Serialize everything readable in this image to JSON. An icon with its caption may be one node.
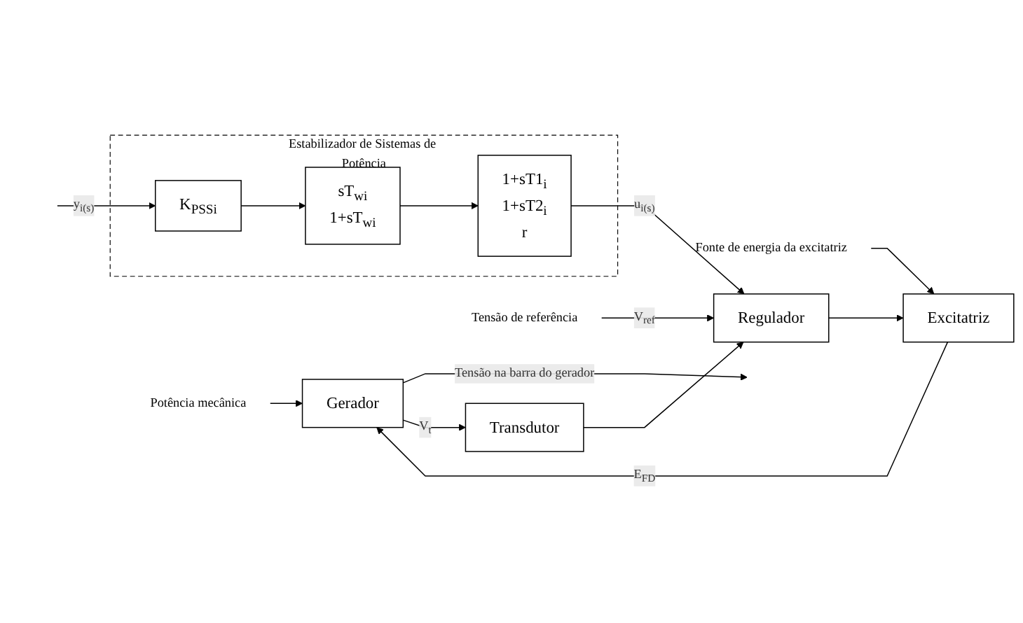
{
  "diagram": {
    "nodes": [
      {
        "text": [
          "Potência mecânica"
        ]
      },
      {
        "text": [
          "Gerador"
        ]
      },
      {
        "text": [
          "Transdutor"
        ]
      },
      {
        "text": [
          "Fonte de energia da excitatriz"
        ]
      },
      {
        "text": [
          "Excitatriz"
        ]
      },
      {
        "text": [
          "Tensão de referência"
        ]
      },
      {
        "text": [
          "Regulador"
        ]
      },
      {
        "text": [
          "Estabilizador de Sistemas de Potência"
        ]
      },
      {
        "text": [
          "K$_{PSSi}$"
        ],
        "in": 7
      },
      {
        "text": [
          "sT$_{wi}$",
          "1+sT$_{wi}$"
        ],
        "in": 7
      },
      {
        "text": [
          "1+sT1$_{i}$",
          "1+sT2$_{i}$",
          "r"
        ],
        "in": 7
      }
    ],
    "edges": [
      {
        "from": 0,
        "to": 1,
        "arrow": "to"
      },
      {
        "from": 1,
        "to": null,
        "arrow": "to",
        "label": "Tensão na barra do gerador"
      },
      {
        "from": 1,
        "to": 2,
        "arrow": "to",
        "label": "V$_{t}$"
      },
      {
        "from": 4,
        "to": 1,
        "arrow": "to",
        "label": "E$_{FD}$"
      },
      {
        "from": 3,
        "to": 4,
        "arrow": "to"
      },
      {
        "from": 2,
        "to": 6,
        "arrow": "to"
      },
      {
        "from": 5,
        "to": 6,
        "arrow": "to",
        "label": "V$_{ref}$"
      },
      {
        "from": 6,
        "to": 4,
        "arrow": "to"
      },
      {
        "from": null,
        "to": 8,
        "arrow": "to",
        "label": "y$_{i(s)}$"
      },
      {
        "from": 8,
        "to": 9,
        "arrow": "to"
      },
      {
        "from": 9,
        "to": 10,
        "arrow": "to"
      },
      {
        "from": 10,
        "to": 6,
        "arrow": "to",
        "label": "u$_{i(s)}$"
      }
    ]
  }
}
